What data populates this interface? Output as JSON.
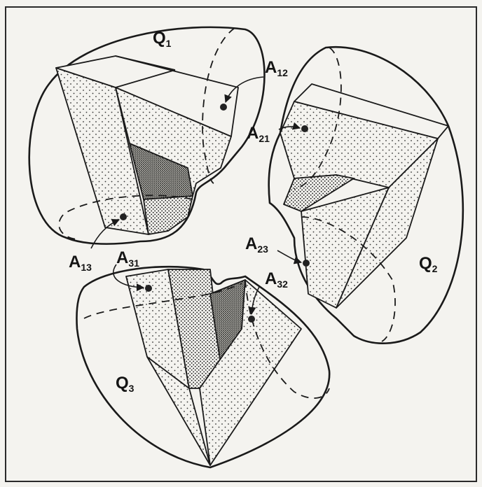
{
  "figure": {
    "labels": {
      "Q1": {
        "main": "Q",
        "sub": "1"
      },
      "Q2": {
        "main": "Q",
        "sub": "2"
      },
      "Q3": {
        "main": "Q",
        "sub": "3"
      },
      "A12": {
        "main": "A",
        "sub": "12"
      },
      "A21": {
        "main": "A",
        "sub": "21"
      },
      "A13": {
        "main": "A",
        "sub": "13"
      },
      "A31": {
        "main": "A",
        "sub": "31"
      },
      "A23": {
        "main": "A",
        "sub": "23"
      },
      "A32": {
        "main": "A",
        "sub": "32"
      }
    },
    "colors": {
      "ink": "#1a1a1a",
      "paper": "#f4f3ef"
    }
  }
}
